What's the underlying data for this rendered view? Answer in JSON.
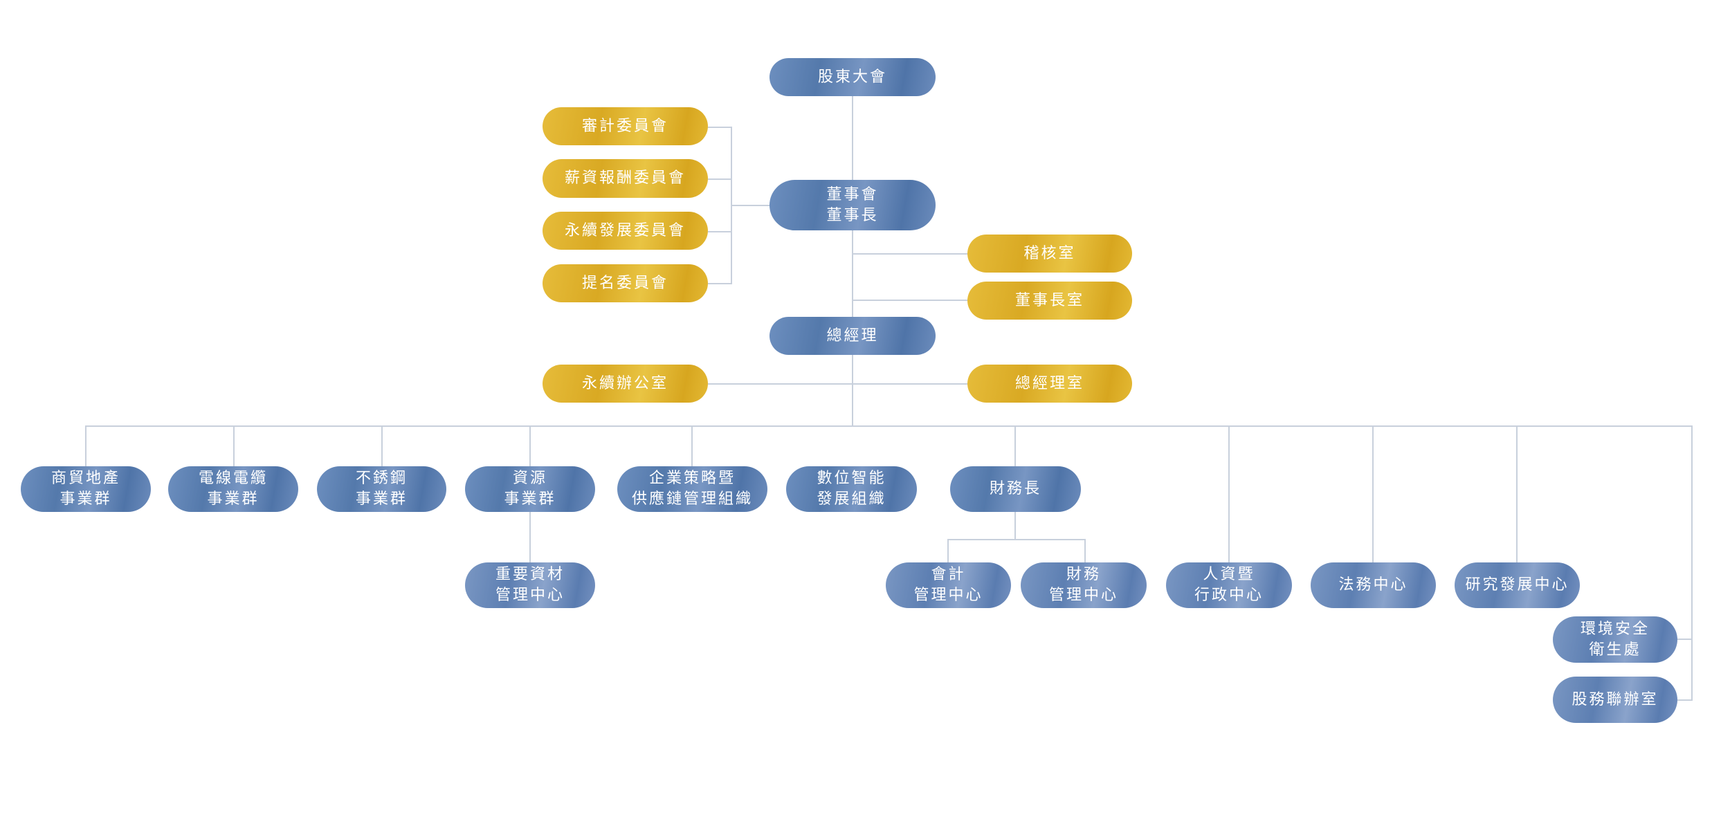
{
  "colors": {
    "blue": "#5f82b3",
    "gold": "#e0b32e",
    "line": "#c8d0dc"
  },
  "top": {
    "shareholders": [
      "股東大會"
    ],
    "board": [
      "董事會",
      "董事長"
    ],
    "president": [
      "總經理"
    ]
  },
  "committees": [
    [
      "審計委員會"
    ],
    [
      "薪資報酬委員會"
    ],
    [
      "永續發展委員會"
    ],
    [
      "提名委員會"
    ]
  ],
  "board_offices": [
    [
      "稽核室"
    ],
    [
      "董事長室"
    ]
  ],
  "president_offices": {
    "left": [
      "永續辦公室"
    ],
    "right": [
      "總經理室"
    ]
  },
  "divisions": [
    [
      "商貿地產",
      "事業群"
    ],
    [
      "電線電纜",
      "事業群"
    ],
    [
      "不銹鋼",
      "事業群"
    ],
    [
      "資源",
      "事業群"
    ],
    [
      "企業策略暨",
      "供應鏈管理組織"
    ],
    [
      "數位智能",
      "發展組織"
    ],
    [
      "財務長"
    ],
    [
      "人資暨",
      "行政中心"
    ],
    [
      "法務中心"
    ],
    [
      "研究發展中心"
    ],
    [
      "環境安全",
      "衛生處"
    ],
    [
      "股務聯辦室"
    ]
  ],
  "sub_units": {
    "resources": [
      "重要資材",
      "管理中心"
    ],
    "accounting": [
      "會計",
      "管理中心"
    ],
    "finance": [
      "財務",
      "管理中心"
    ]
  }
}
